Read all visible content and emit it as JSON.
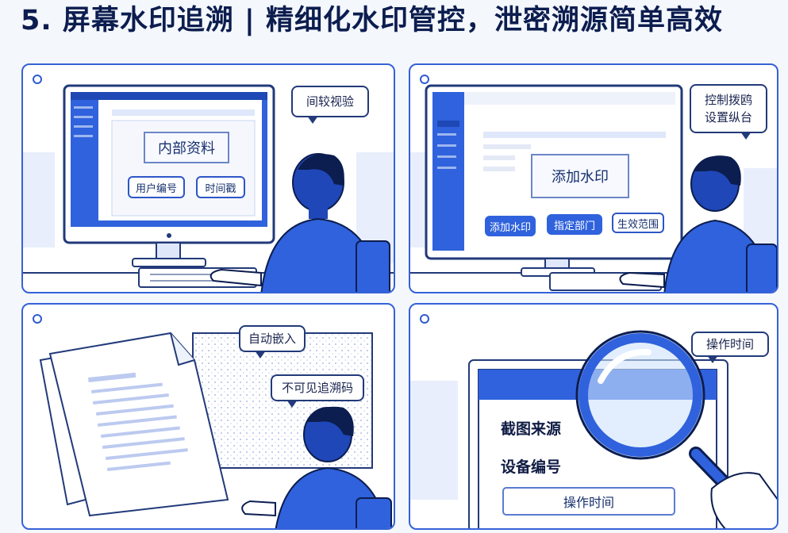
{
  "title": "5. 屏幕水印追溯 | 精细化水印管控，泄密溯源简单高效",
  "panel1": {
    "bubble": "间较视验",
    "doc_label": "内部资料",
    "buttons": [
      "用户编号",
      "时间戳"
    ]
  },
  "panel2": {
    "bubble": "控制拨鸥\n设置纵台",
    "watermark_label": "添加水印",
    "buttons": [
      "添加水印",
      "指定部门",
      "生效范围"
    ]
  },
  "panel3": {
    "bubble_top": "自动嵌入",
    "bubble_bottom": "不可见追溯码"
  },
  "panel4": {
    "bubble": "操作时间",
    "label_source": "截图来源",
    "label_device": "设备编号",
    "field_time": "操作时间"
  },
  "colors": {
    "accent": "#2f62dc",
    "dark_navy": "#0c1d4f",
    "outline": "#223a7a",
    "panel_border": "#3562d8"
  }
}
